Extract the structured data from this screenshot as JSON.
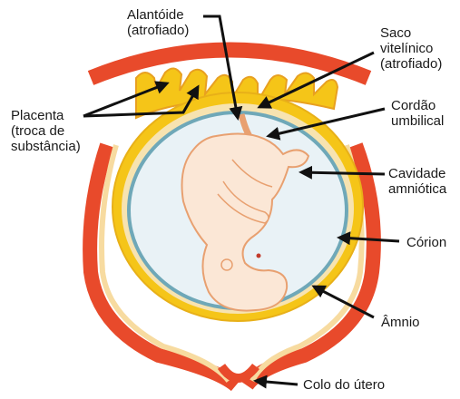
{
  "labels": {
    "alantoide": "Alantóide\n(atrofiado)",
    "saco_vitelinico": "Saco\nvitelínico\n(atrofiado)",
    "cordao_umbilical": "Cordão\numbilical",
    "placenta": "Placenta\n(troca de\nsubstância)",
    "cavidade_amniotica": "Cavidade\namniótica",
    "corion": "Córion",
    "amnio": "Âmnio",
    "colo_do_utero": "Colo do útero"
  },
  "colors": {
    "uterus_red": "#e84a2b",
    "yellow_layer": "#f5c518",
    "amnion_blue": "#6fa8b8",
    "cavity_fill": "#e9f2f6",
    "fetus_skin": "#fbe7d6",
    "fetus_outline": "#e8a070",
    "arrow": "#111111"
  }
}
